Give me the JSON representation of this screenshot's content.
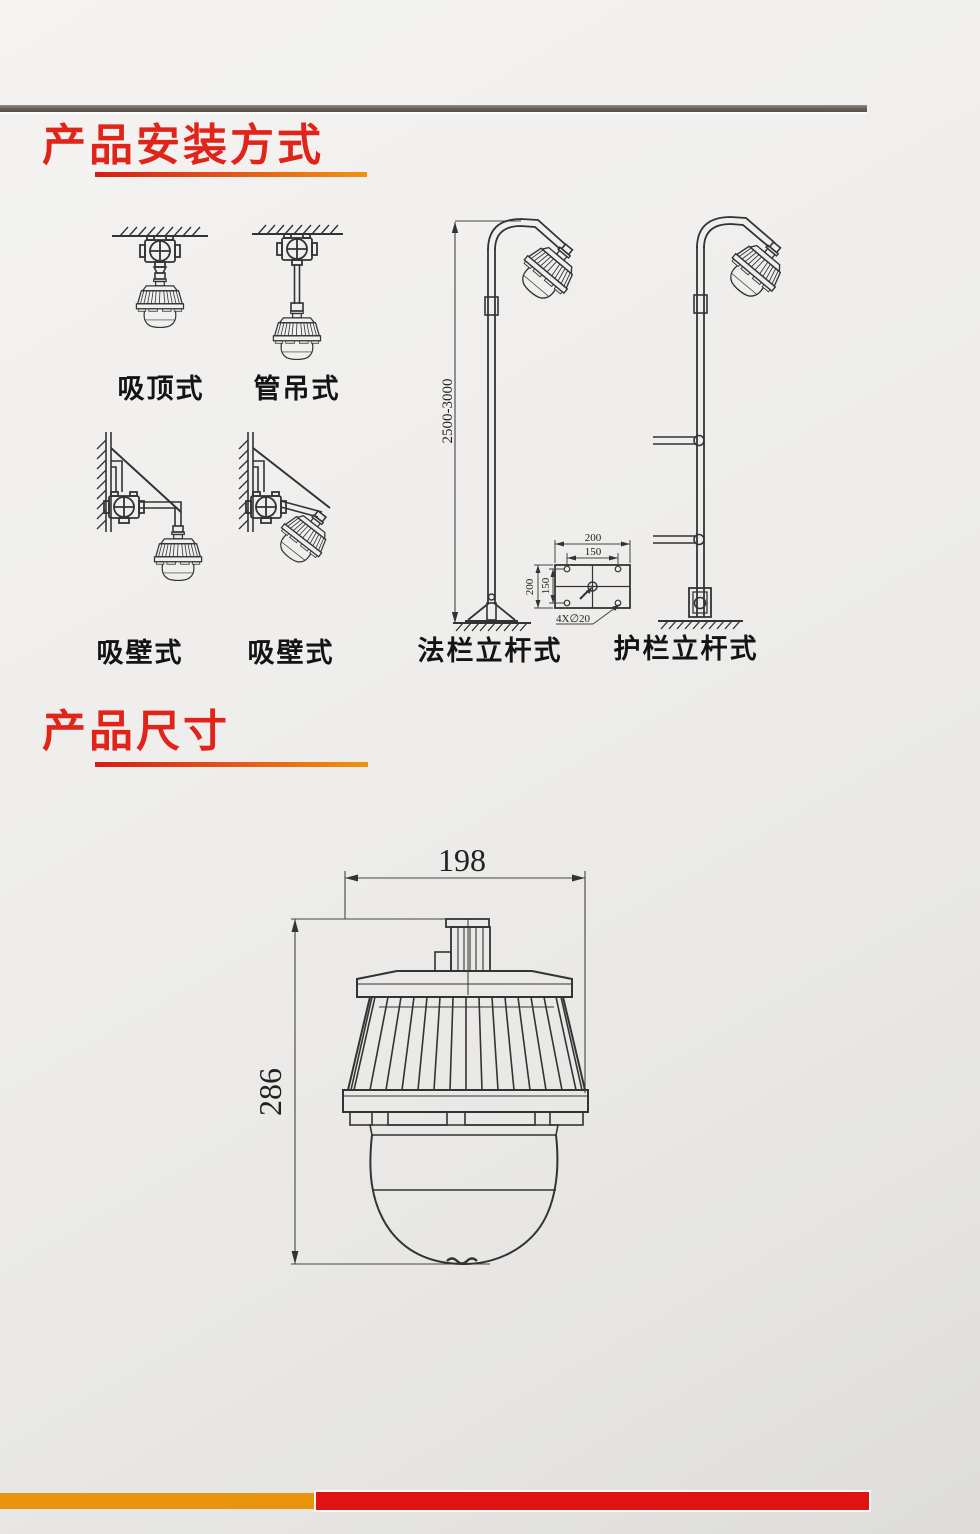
{
  "headings": {
    "installation": "产品安装方式",
    "dimensions": "产品尺寸"
  },
  "installation_labels": {
    "ceiling": "吸顶式",
    "pipe": "管吊式",
    "wall_left": "吸壁式",
    "wall_right": "吸壁式",
    "flange_pole": "法栏立杆式",
    "guardrail_pole": "护栏立杆式"
  },
  "pole_drawing": {
    "height_range": "2500-3000"
  },
  "flange_detail": {
    "outer": "200",
    "inner": "150",
    "holes": "4X∅20"
  },
  "lamp_dimensions": {
    "width": "198",
    "height": "286"
  },
  "colors": {
    "heading_red": "#e02419",
    "underline_start": "#d41d15",
    "underline_end": "#ef930f",
    "top_bar": "#6b645c",
    "bottom_orange": "#e8940c",
    "bottom_red": "#e01312",
    "drawing_line": "#333333",
    "background": "#edecea"
  }
}
